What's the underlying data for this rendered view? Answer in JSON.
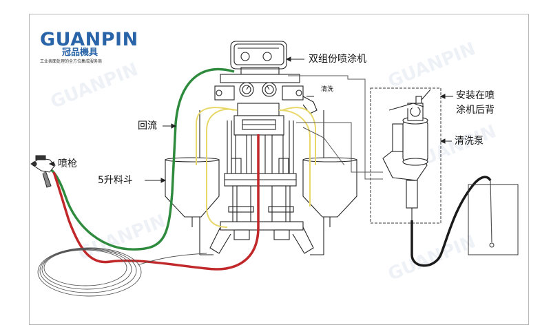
{
  "logo": {
    "brand": "GUANPIN",
    "brand_cn": "冠品機具",
    "tagline": "工业表面处理的全方位集成服务商"
  },
  "labels": {
    "machine": "双组份喷涂机",
    "cleaning_small": "清洗",
    "install_line1": "安装在喷",
    "install_line2": "涂机后背",
    "return_flow": "回流",
    "cleaning_pump": "清洗泵",
    "spray_gun": "喷枪",
    "hopper": "5升料斗"
  },
  "colors": {
    "green_hose": "#2e8b3e",
    "red_hose": "#c0282a",
    "yellow_line": "#e8d86a",
    "dark_hose": "#1a1a1a",
    "logo_blue": "#2a64a8"
  }
}
